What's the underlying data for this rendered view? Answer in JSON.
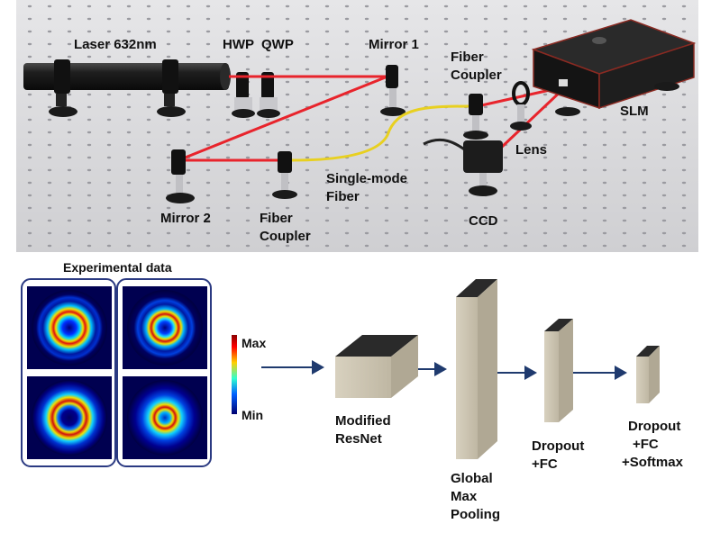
{
  "setup": {
    "labels": {
      "laser": "Laser 632nm",
      "hwp": "HWP",
      "qwp": "QWP",
      "mirror1": "Mirror 1",
      "fiber_coupler_top_1": "Fiber",
      "fiber_coupler_top_2": "Coupler",
      "slm": "SLM",
      "lens": "Lens",
      "single_mode_1": "Single-mode",
      "single_mode_2": "Fiber",
      "mirror2": "Mirror 2",
      "fiber_coupler_bottom_1": "Fiber",
      "fiber_coupler_bottom_2": "Coupler",
      "ccd": "CCD"
    },
    "colors": {
      "table": "#d9d9db",
      "beam": "#e8242c",
      "fiber": "#e8d020",
      "device": "#1c1c1c",
      "slm_trim": "#8a2a22"
    }
  },
  "network": {
    "experimental_title": "Experimental data",
    "colorbar": {
      "max": "Max",
      "min": "Min"
    },
    "stages": {
      "resnet_1": "Modified",
      "resnet_2": "ResNet",
      "pool_1": "Global",
      "pool_2": "Max",
      "pool_3": "Pooling",
      "dropout1_1": "Dropout",
      "dropout1_2": "+FC",
      "dropout2_1": "Dropout",
      "dropout2_2": "+FC",
      "dropout2_3": "+Softmax"
    },
    "colors": {
      "block_face": "#c9c1ae",
      "block_dark": "#2a2a2a",
      "arrow": "#1f3a6e",
      "frame": "#2b3a82"
    }
  }
}
